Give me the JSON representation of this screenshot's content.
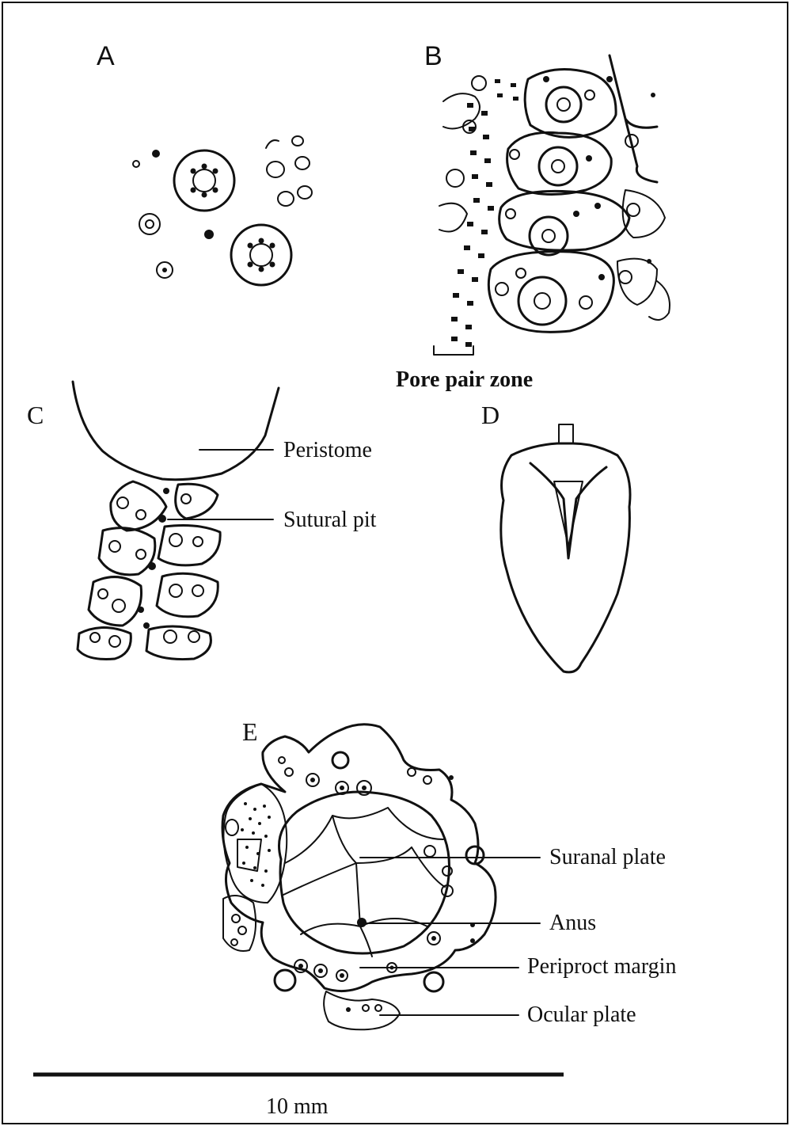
{
  "panels": {
    "a": {
      "letter": "A"
    },
    "b": {
      "letter": "B",
      "caption": "Pore pair zone"
    },
    "c": {
      "letter": "C",
      "labels": {
        "peristome": "Peristome",
        "sutural_pit": "Sutural pit"
      }
    },
    "d": {
      "letter": "D"
    },
    "e": {
      "letter": "E",
      "labels": {
        "suranal_plate": "Suranal plate",
        "anus": "Anus",
        "periproct_margin": "Periproct margin",
        "ocular_plate": "Ocular plate"
      }
    }
  },
  "scale_bar": {
    "label": "10 mm"
  },
  "colors": {
    "ink": "#111111",
    "background": "#ffffff"
  }
}
